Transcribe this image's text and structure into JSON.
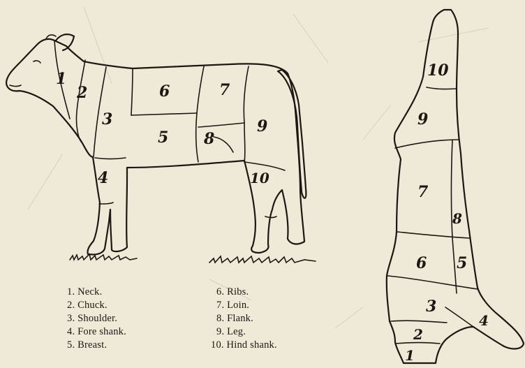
{
  "cuts": [
    {
      "number": "1",
      "name": "Neck"
    },
    {
      "number": "2",
      "name": "Chuck"
    },
    {
      "number": "3",
      "name": "Shoulder"
    },
    {
      "number": "4",
      "name": "Fore shank"
    },
    {
      "number": "5",
      "name": "Breast"
    },
    {
      "number": "6",
      "name": "Ribs"
    },
    {
      "number": "7",
      "name": "Loin"
    },
    {
      "number": "8",
      "name": "Flank"
    },
    {
      "number": "9",
      "name": "Leg"
    },
    {
      "number": "10",
      "name": "Hind shank"
    }
  ],
  "legend": [
    "1. Neck.",
    "2. Chuck.",
    "3. Shoulder.",
    "4. Fore shank.",
    "5. Breast.",
    "6. Ribs.",
    "7. Loin.",
    "8. Flank.",
    "9. Leg.",
    "10. Hind shank."
  ]
}
